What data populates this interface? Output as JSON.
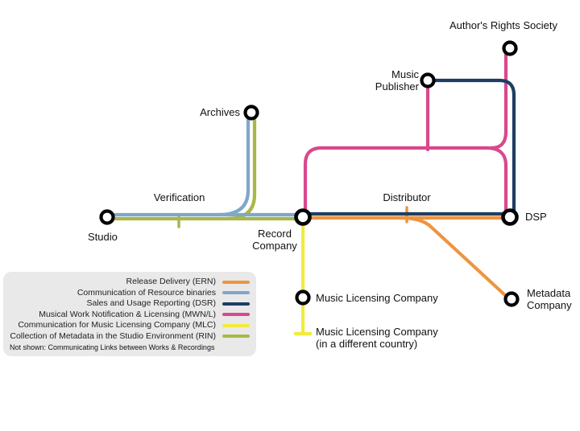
{
  "stations": {
    "studio": {
      "label": "Studio"
    },
    "verification": {
      "label": "Verification"
    },
    "archives": {
      "label": "Archives"
    },
    "record_company": {
      "line1": "Record",
      "line2": "Company"
    },
    "distributor": {
      "label": "Distributor"
    },
    "dsp": {
      "label": "DSP"
    },
    "music_publisher": {
      "line1": "Music",
      "line2": "Publisher"
    },
    "authors_rights_society": {
      "label": "Author's Rights Society"
    },
    "music_licensing_company": {
      "label": "Music Licensing Company"
    },
    "music_licensing_company_foreign": {
      "line1": "Music Licensing Company",
      "line2": "(in a different country)"
    },
    "metadata_company": {
      "line1": "Metadata",
      "line2": "Company"
    }
  },
  "legend": {
    "items": [
      {
        "label": "Release Delivery (ERN)",
        "color": "#EE9440"
      },
      {
        "label": "Communication of Resource binaries",
        "color": "#7FA7C9"
      },
      {
        "label": "Sales and Usage Reporting (DSR)",
        "color": "#1E3E62"
      },
      {
        "label": "Musical Work Notification & Licensing (MWN/L)",
        "color": "#D8498D"
      },
      {
        "label": "Communication for Music Licensing Company (MLC)",
        "color": "#F2EB3E"
      },
      {
        "label": "Collection of Metadata in the Studio Environment (RIN)",
        "color": "#A9B747"
      }
    ],
    "note": "Not shown: Communicating Links between Works & Recordings"
  }
}
